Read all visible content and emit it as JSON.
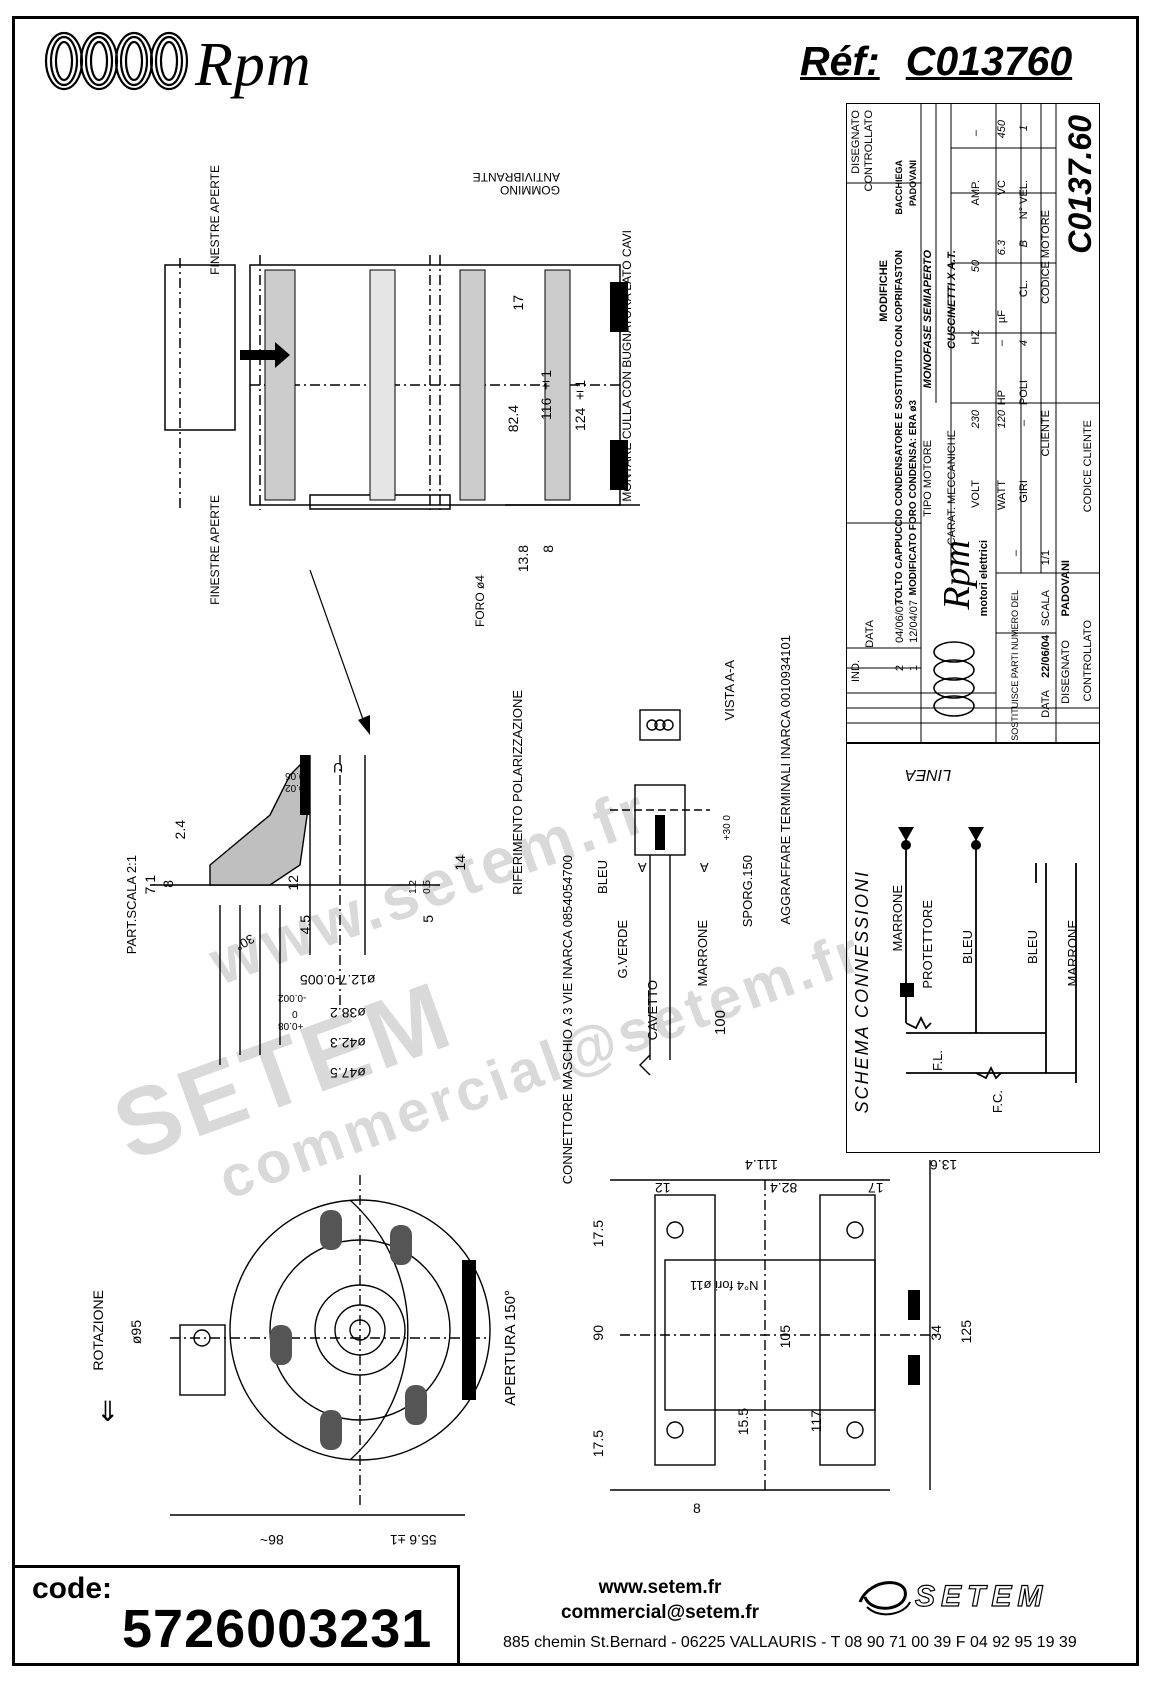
{
  "header": {
    "brand": "Rpm",
    "ref_label": "Réf:",
    "ref_value": "C013760"
  },
  "title_block": {
    "revisions": [
      {
        "ind": "2",
        "date": "04/06/07",
        "text": "TOLTO CAPPUCCIO CONDENSATORE E SOSTITUITO CON COPRIFASTON",
        "drawn": "BACCHIEGA"
      },
      {
        "ind": "1",
        "date": "12/04/07",
        "text": "MODIFICATO FORO CONDENSA: ERA ø3",
        "drawn": "PADOVANI"
      }
    ],
    "col_ind": "IND.",
    "col_data": "DATA",
    "col_modifiche": "MODIFICHE",
    "col_disegnato": "DISEGNATO",
    "col_controllato": "CONTROLLATO",
    "tipo_motore_label": "TIPO MOTORE",
    "tipo_motore": "MONOFASE SEMIAPERTO",
    "carat_label": "CARAT. MECCANICHE",
    "carat": "CUSCINETTI X A.T.",
    "volt_label": "VOLT",
    "volt": "230",
    "hz_label": "HZ",
    "hz": "50",
    "amp_label": "AMP.",
    "amp": "–",
    "watt_label": "WATT",
    "watt": "120",
    "hp_label": "HP",
    "hp": "–",
    "uf_label": "µF",
    "uf": "6.3",
    "vc_label": "VC",
    "vc": "450",
    "giri_label": "GIRI",
    "giri": "–",
    "poli_label": "POLI",
    "poli": "4",
    "cl_label": "CL.",
    "cl": "B",
    "vel_label": "N° VEL.",
    "vel": "1",
    "cliente_label": "CLIENTE",
    "codice_motore_label": "CODICE MOTORE",
    "codice_motore": "C0137.60",
    "codice_cliente_label": "CODICE CLIENTE",
    "company": "Rpm",
    "company_sub": "motori elettrici",
    "sostituisce_label": "SOSTITUISCE PARTI NUMERO DEL",
    "sostituisce": "–",
    "data_label": "DATA",
    "data": "22/06/04",
    "scala_label": "SCALA",
    "scala": "1/1",
    "disegnato_label": "DISEGNATO",
    "disegnato": "PADOVANI",
    "controllato_label": "CONTROLLATO"
  },
  "drawing": {
    "side_view": {
      "finestre_aperte": "FINESTRE APERTE",
      "gommino": "GOMMINO ANTIVIBRANTE",
      "montare": "MONTARE CULLA CON BUGNATURA LATO CAVI",
      "foro": "FORO ø4",
      "dims": [
        "17",
        "82.4",
        "116 ±1",
        "124 ±1",
        "13.8",
        "8"
      ]
    },
    "detail": {
      "part_scala": "PART.SCALA 2:1",
      "dims": [
        "2.4",
        "7.1",
        "8",
        "4.5",
        "12",
        "14",
        "5",
        "1.2",
        "0.5",
        "ø12.7-0.005",
        "-0.002",
        "ø38.2",
        "+0.08",
        "0",
        "ø42.3",
        "ø47.5",
        "+0.06",
        "+0.02",
        "U"
      ],
      "angle": "30°"
    },
    "connector": {
      "riferimento": "RIFERIMENTO POLARIZZAZIONE",
      "aggraffare": "AGGRAFFARE TERMINALI INARCA 0010934101",
      "vista": "VISTA A-A",
      "connettore": "CONNETTORE MASCHIO A 3 VIE INARCA 0854054700",
      "wires": [
        "BLEU",
        "G.VERDE",
        "MARRONE",
        "CAVETTO"
      ],
      "sporg": "SPORG.150",
      "sporg_tol": "+30 0",
      "len": "100",
      "section": "A"
    },
    "schema": {
      "title": "SCHEMA CONNESSIONI",
      "linea": "LINEA",
      "labels": [
        "MARRONE",
        "PROTETTORE",
        "BLEU",
        "BLEU",
        "MARRONE",
        "F.L.",
        "F.C."
      ]
    },
    "front_view": {
      "rotazione": "ROTAZIONE",
      "dia": "ø95",
      "apertura": "APERTURA 150°",
      "dims": [
        "86~",
        "55.6 ±1"
      ]
    },
    "bracket": {
      "dims": [
        "111.4",
        "82.4",
        "13.6",
        "12",
        "17",
        "17.5",
        "90",
        "17.5",
        "105",
        "34",
        "125",
        "15.5",
        "117",
        "8"
      ],
      "holes": "N°4 fori ø11"
    }
  },
  "footer": {
    "code_label": "code:",
    "code_value": "5726003231",
    "website": "www.setem.fr",
    "email": "commercial@setem.fr",
    "address": "885 chemin St.Bernard  -  06225 VALLAURIS  -  T 08 90 71 00 39  F 04 92 95 19 39",
    "logo": "SETEM"
  },
  "watermarks": [
    "www.setem.fr",
    "SETEM",
    "commercial@setem.fr"
  ]
}
